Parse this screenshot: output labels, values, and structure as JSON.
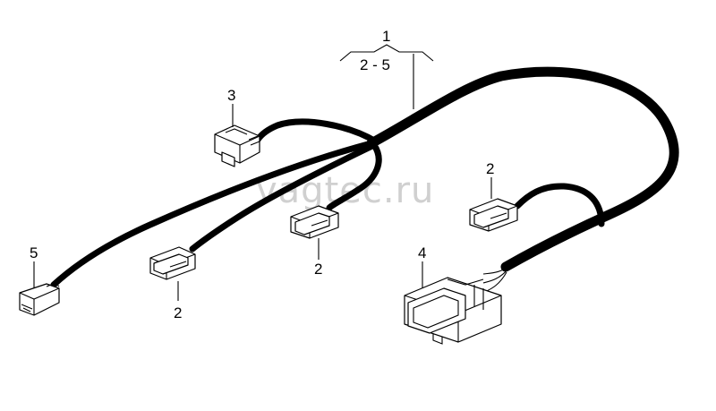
{
  "watermark": "vagtec.ru",
  "callouts": {
    "main": "1",
    "range": "2 - 5",
    "item_3": "3",
    "item_5": "5",
    "item_2_left": "2",
    "item_2_mid": "2",
    "item_2_right": "2",
    "item_4": "4"
  }
}
